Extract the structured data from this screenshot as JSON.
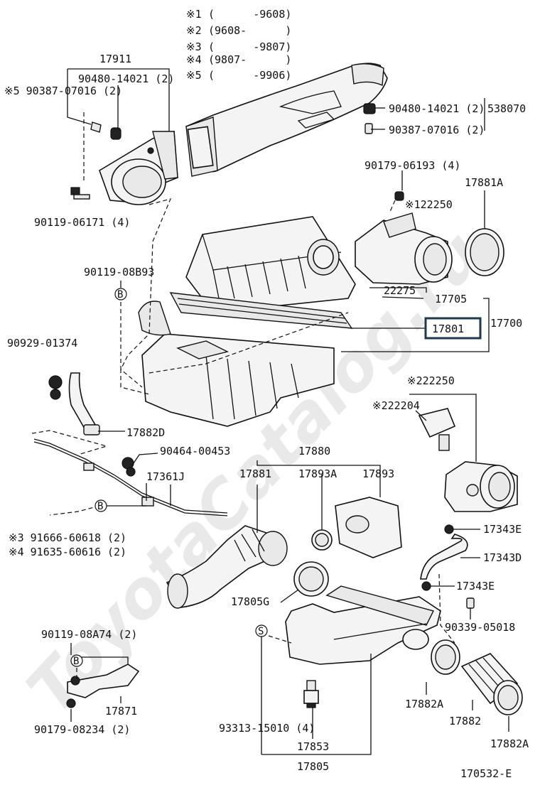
{
  "notes": [
    {
      "mark": "※1",
      "range": "(      -9608)"
    },
    {
      "mark": "※2",
      "range": "(9608-      )"
    },
    {
      "mark": "※3",
      "range": "(      -9807)"
    },
    {
      "mark": "※4",
      "range": "(9807-      )"
    },
    {
      "mark": "※5",
      "range": "(      -9906)"
    }
  ],
  "labels": {
    "p17911": "17911",
    "p90480_left": "90480-14021 (2)",
    "p90387_left": "※5 90387-07016 (2)",
    "p90119_06171": "90119-06171 (4)",
    "p90480_right": "90480-14021 (2)",
    "p538070": "538070",
    "p90387_right": "90387-07016 (2)",
    "p90179_06193": "90179-06193 (4)",
    "p17881A": "17881A",
    "p122250": "※122250",
    "p90119_08B93": "90119-08B93",
    "p22275": "22275",
    "p17705": "17705",
    "p17801": "17801",
    "p17700": "17700",
    "p90929": "90929-01374",
    "p17882D": "17882D",
    "p90464": "90464-00453",
    "p17361J": "17361J",
    "p3_91666": "※3 91666-60618 (2)",
    "p4_91635": "※4 91635-60616 (2)",
    "p222250": "※222250",
    "p222204": "※222204",
    "p17880": "17880",
    "p17881": "17881",
    "p17893A": "17893A",
    "p17893": "17893",
    "p17343E_top": "17343E",
    "p17343D": "17343D",
    "p17343E_bot": "17343E",
    "p17805G": "17805G",
    "p90339": "90339-05018",
    "p90119_08A74": "90119-08A74 (2)",
    "p17871": "17871",
    "p90179_08234": "90179-08234 (2)",
    "p93313": "93313-15010 (4)",
    "p17853": "17853",
    "p17805": "17805",
    "p17882A_a": "17882A",
    "p17882": "17882",
    "p17882A_b": "17882A",
    "figure_code": "170532-E"
  },
  "symbols": {
    "b": "B",
    "s": "S"
  },
  "watermark": "ToyotaCatalog.ru",
  "colors": {
    "highlight_box": "#1e3a4c",
    "line": "#111111",
    "watermark": "#d8d8d8"
  }
}
